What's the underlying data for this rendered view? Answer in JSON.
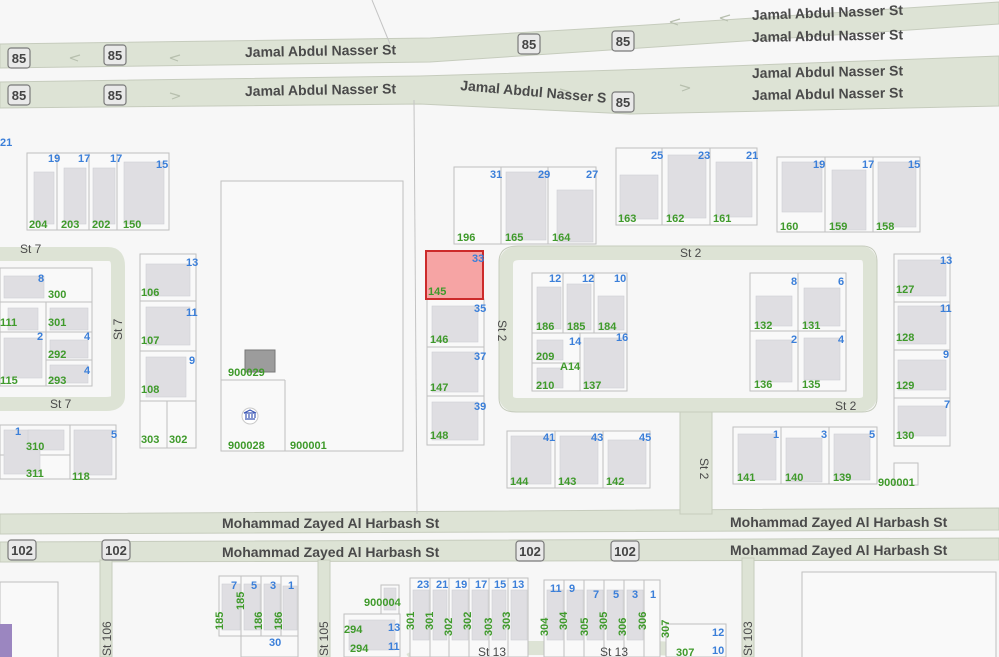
{
  "streets": {
    "jamal": "Jamal  Abdul Nasser St",
    "jamal_short": "Jamal  Abdul Nasser S",
    "mohammad": "Mohammad Zayed Al Harbash St",
    "st2": "St 2",
    "st7": "St 7",
    "st13": "St 13",
    "st103": "St 103",
    "st105": "St 105",
    "st106": "St 106"
  },
  "routes": {
    "r85": "85",
    "r102": "102"
  },
  "highlight": {
    "parcel": "145",
    "house": "33",
    "color": "#f6a4a4"
  },
  "poi": {
    "icon": "government-building-icon"
  },
  "parcel_labels": [
    "204",
    "203",
    "202",
    "150",
    "196",
    "165",
    "164",
    "163",
    "162",
    "161",
    "160",
    "159",
    "158",
    "106",
    "107",
    "108",
    "303",
    "302",
    "300",
    "301",
    "292",
    "293",
    "111",
    "115",
    "310",
    "311",
    "118",
    "900029",
    "900028",
    "900001",
    "145",
    "146",
    "147",
    "148",
    "186",
    "185",
    "184",
    "209",
    "A14",
    "210",
    "137",
    "132",
    "131",
    "136",
    "135",
    "127",
    "128",
    "129",
    "130",
    "144",
    "143",
    "142",
    "141",
    "140",
    "139",
    "900001",
    "900004",
    "294",
    "294",
    "185",
    "185",
    "186",
    "186",
    "301",
    "301",
    "302",
    "302",
    "303",
    "303",
    "304",
    "304",
    "305",
    "305",
    "306",
    "306",
    "307",
    "307"
  ],
  "house_labels": [
    "19",
    "17",
    "17",
    "15",
    "31",
    "29",
    "27",
    "25",
    "23",
    "21",
    "19",
    "17",
    "15",
    "21",
    "13",
    "11",
    "9",
    "8",
    "2",
    "4",
    "4",
    "1",
    "5",
    "33",
    "35",
    "37",
    "39",
    "12",
    "12",
    "10",
    "14",
    "16",
    "8",
    "6",
    "2",
    "4",
    "13",
    "11",
    "9",
    "7",
    "41",
    "43",
    "45",
    "1",
    "3",
    "5",
    "7",
    "5",
    "3",
    "1",
    "30",
    "23",
    "21",
    "19",
    "17",
    "15",
    "13",
    "11",
    "9",
    "7",
    "5",
    "3",
    "1",
    "13",
    "12",
    "11",
    "10"
  ]
}
